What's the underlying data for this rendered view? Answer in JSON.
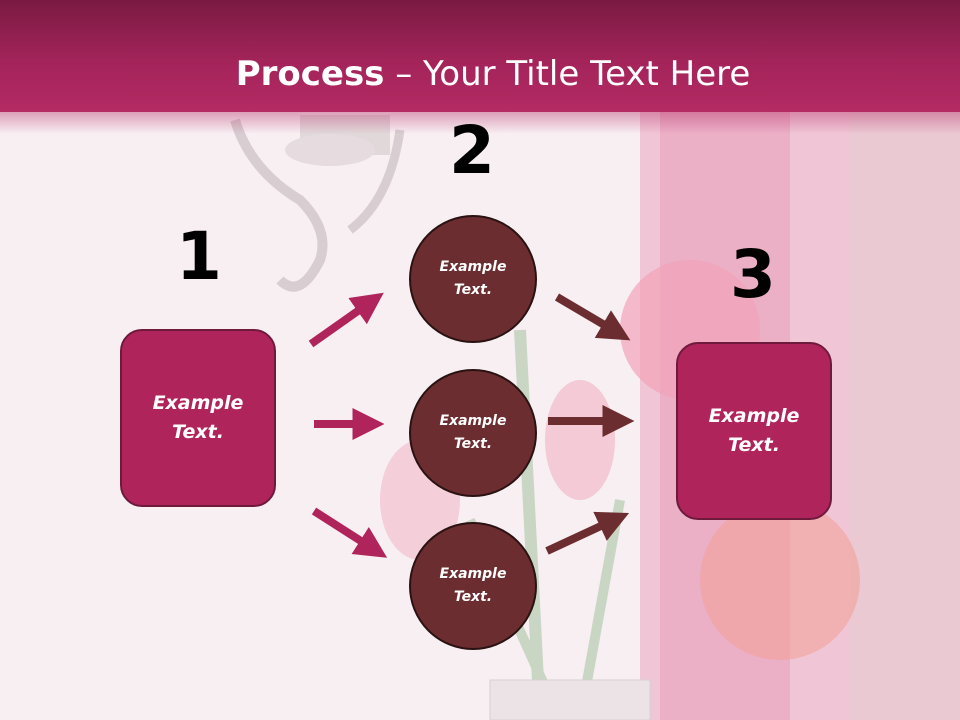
{
  "title": {
    "bold": "Process",
    "rest": " – Your Title Text Here"
  },
  "steps": [
    {
      "number": "1",
      "text": "Example\nText."
    },
    {
      "number": "2"
    },
    {
      "number": "3",
      "text": "Example\nText."
    }
  ],
  "circles": [
    {
      "text": "Example\nText."
    },
    {
      "text": "Example\nText."
    },
    {
      "text": "Example\nText."
    }
  ],
  "colors": {
    "header": "#a3245a",
    "box": "#b0245c",
    "circle": "#6b2d2f",
    "arrow_left": "#b0245c",
    "arrow_right": "#6b2d2f"
  }
}
